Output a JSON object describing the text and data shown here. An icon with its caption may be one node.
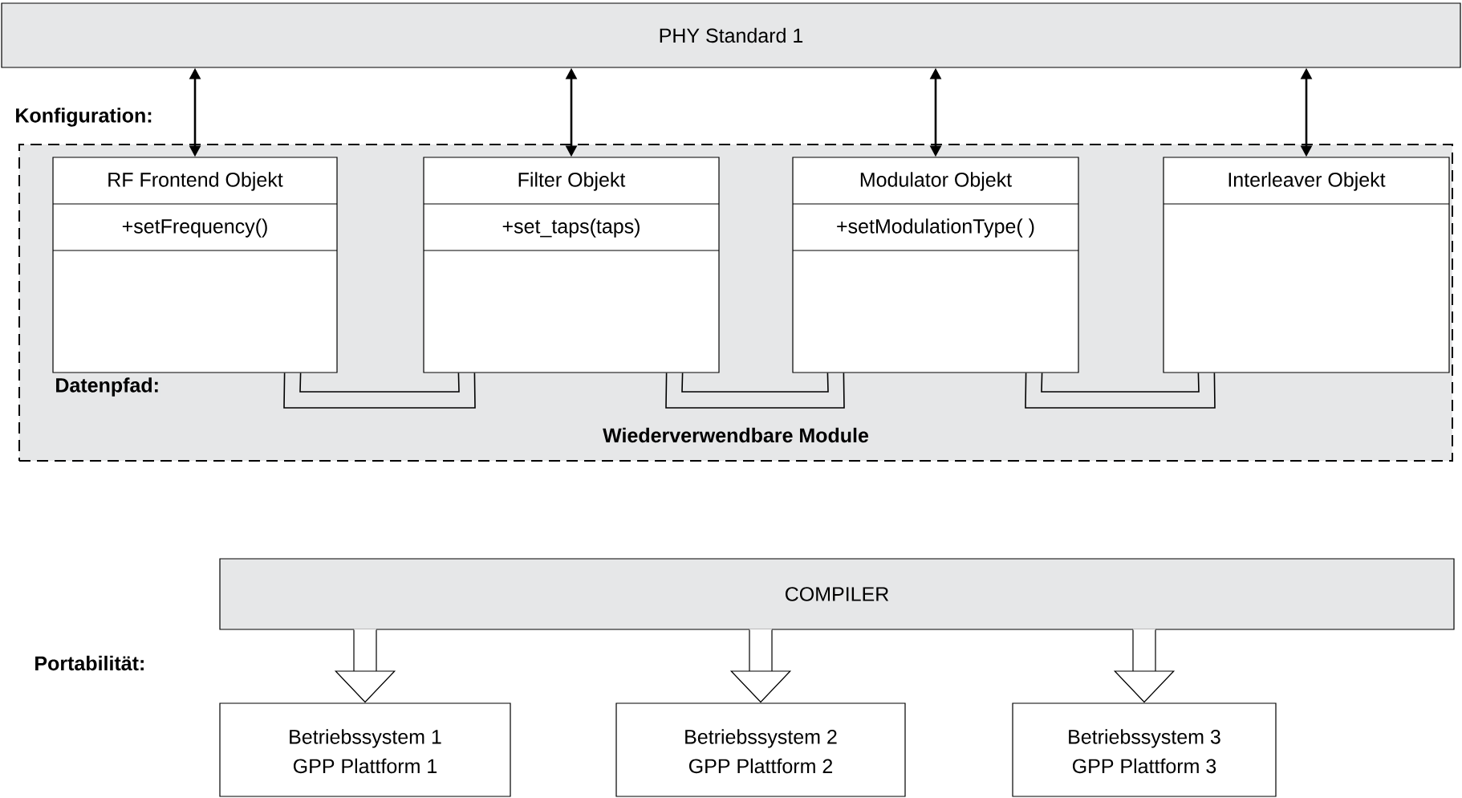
{
  "diagram": {
    "nodes": [
      {
        "text": [
          "PHY Standard 1"
        ]
      },
      {
        "text": [
          "Wiederverwendbare Module"
        ]
      },
      {
        "text": [
          "RF Frontend Objekt",
          "+setFrequency()"
        ],
        "in": 1
      },
      {
        "text": [
          "Filter Objekt",
          "+set_taps(taps)"
        ],
        "in": 1
      },
      {
        "text": [
          "Modulator Objekt",
          "+setModulationType( )"
        ],
        "in": 1
      },
      {
        "text": [
          "Interleaver Objekt"
        ],
        "in": 1
      },
      {
        "text": [
          "COMPILER"
        ]
      },
      {
        "text": [
          "Betriebssystem 1",
          "GPP Plattform 1"
        ]
      },
      {
        "text": [
          "Betriebssystem 2",
          "GPP Plattform 2"
        ]
      },
      {
        "text": [
          "Betriebssystem 3",
          "GPP Plattform 3"
        ]
      }
    ],
    "edges": [
      {
        "from": 0,
        "to": 2,
        "arrow": "both"
      },
      {
        "from": 0,
        "to": 3,
        "arrow": "both"
      },
      {
        "from": 0,
        "to": 4,
        "arrow": "both"
      },
      {
        "from": 0,
        "to": 5,
        "arrow": "both"
      },
      {
        "from": 2,
        "to": 3,
        "arrow": "none"
      },
      {
        "from": 3,
        "to": 4,
        "arrow": "none"
      },
      {
        "from": 4,
        "to": 5,
        "arrow": "none"
      },
      {
        "from": 6,
        "to": 7,
        "arrow": "to"
      },
      {
        "from": 6,
        "to": 8,
        "arrow": "to"
      },
      {
        "from": 6,
        "to": 9,
        "arrow": "to"
      }
    ],
    "labels": [
      "Konfiguration:",
      "Datenpfad:",
      "Portabilität:"
    ]
  }
}
